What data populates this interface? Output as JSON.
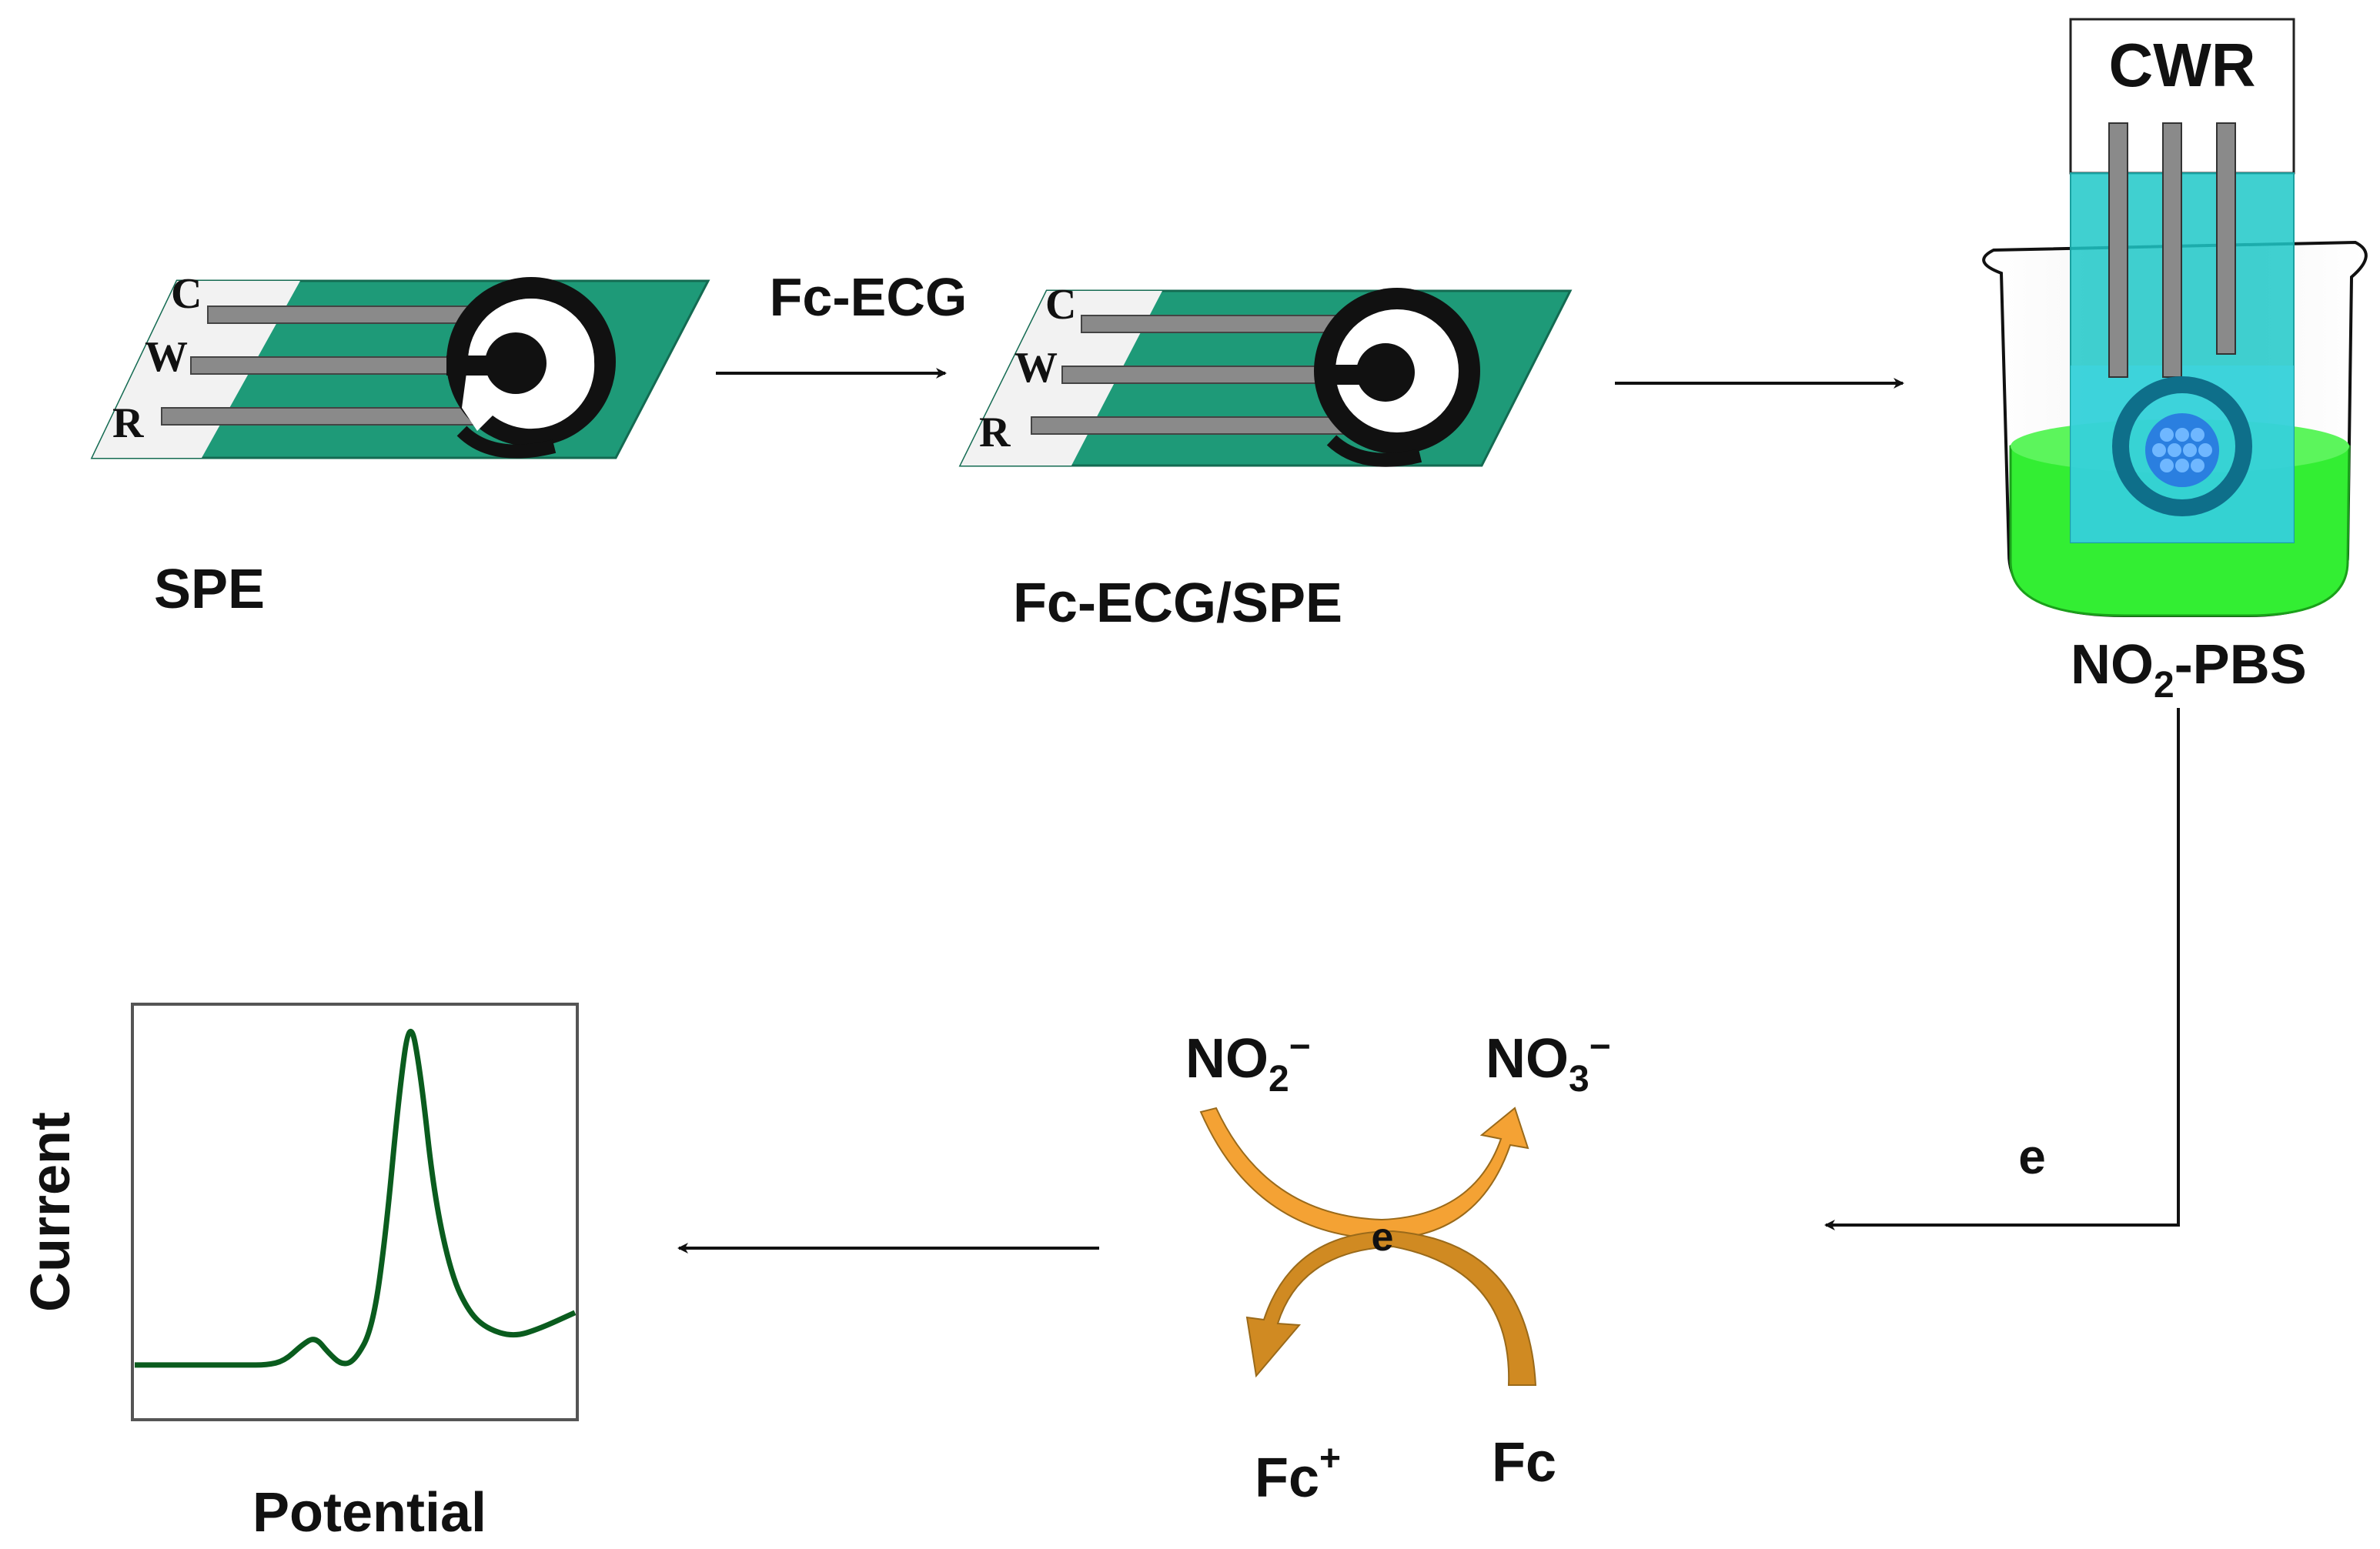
{
  "electrode_labels": {
    "counter": "C",
    "working": "W",
    "reference": "R"
  },
  "stage_labels": {
    "spe": "SPE",
    "modified": "Fc-ECG/SPE",
    "reagent": "Fc-ECG",
    "cell": "CWR",
    "solution_prefix": "NO",
    "solution_sub": "2",
    "solution_suffix": "-PBS",
    "electron": "e"
  },
  "mechanism": {
    "nitrite": "NO",
    "nitrite_sub": "2",
    "nitrite_sup": "−",
    "nitrate": "NO",
    "nitrate_sub": "3",
    "nitrate_sup": "−",
    "ferrocenium": "Fc",
    "ferrocenium_sup": "+",
    "ferrocene": "Fc",
    "center": "e"
  },
  "chart_data": {
    "type": "line",
    "xlabel": "Potential",
    "ylabel": "Current",
    "grid": false,
    "series": [
      {
        "values": [
          [
            0,
            0.13
          ],
          [
            0.05,
            0.13
          ],
          [
            0.1,
            0.13
          ],
          [
            0.15,
            0.13
          ],
          [
            0.2,
            0.13
          ],
          [
            0.25,
            0.13
          ],
          [
            0.3,
            0.13
          ],
          [
            0.34,
            0.14
          ],
          [
            0.38,
            0.18
          ],
          [
            0.41,
            0.2
          ],
          [
            0.44,
            0.16
          ],
          [
            0.47,
            0.13
          ],
          [
            0.5,
            0.14
          ],
          [
            0.54,
            0.22
          ],
          [
            0.57,
            0.45
          ],
          [
            0.6,
            0.8
          ],
          [
            0.625,
            1.0
          ],
          [
            0.65,
            0.85
          ],
          [
            0.68,
            0.55
          ],
          [
            0.72,
            0.35
          ],
          [
            0.76,
            0.26
          ],
          [
            0.8,
            0.22
          ],
          [
            0.86,
            0.2
          ],
          [
            0.92,
            0.22
          ],
          [
            1.0,
            0.26
          ]
        ]
      }
    ],
    "colors": {
      "line": "#0a5c1e"
    }
  },
  "colors": {
    "board": "#1e9a78",
    "trace": "#8a8a8a",
    "solution": "#33ee33",
    "probe": "#1ec8c8",
    "arrow_fill": "#f4a234",
    "arrow_dark": "#d08a22"
  }
}
